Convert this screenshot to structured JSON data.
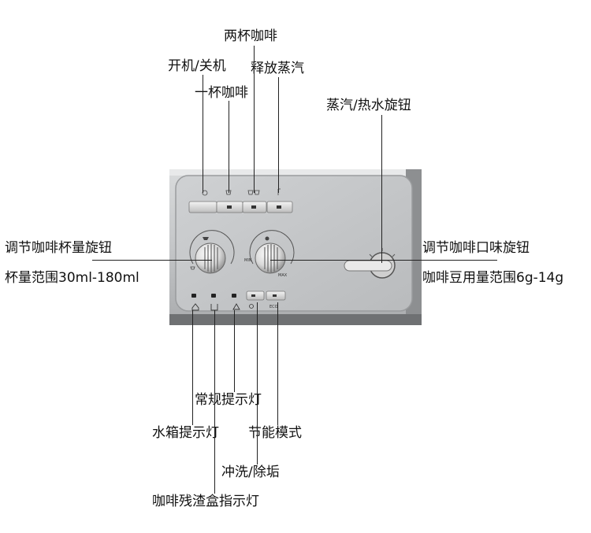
{
  "labels": {
    "two_cup_coffee": "两杯咖啡",
    "power": "开机/关机",
    "steam_release": "释放蒸汽",
    "one_cup_coffee": "一杯咖啡",
    "steam_hot_water_knob": "蒸汽/热水旋钮",
    "cup_volume_knob": "调节咖啡杯量旋钮",
    "cup_volume_range": "杯量范围30ml-180ml",
    "taste_knob": "调节咖啡口味旋钮",
    "bean_range": "咖啡豆用量范围6g-14g",
    "general_warning_light": "常规提示灯",
    "water_tank_light": "水箱提示灯",
    "eco_mode": "节能模式",
    "rinse_descale": "冲洗/除垢",
    "grounds_container_light": "咖啡残渣盒指示灯"
  },
  "panel_marks": {
    "min": "MIN",
    "max": "MAX",
    "eco": "ECO"
  }
}
